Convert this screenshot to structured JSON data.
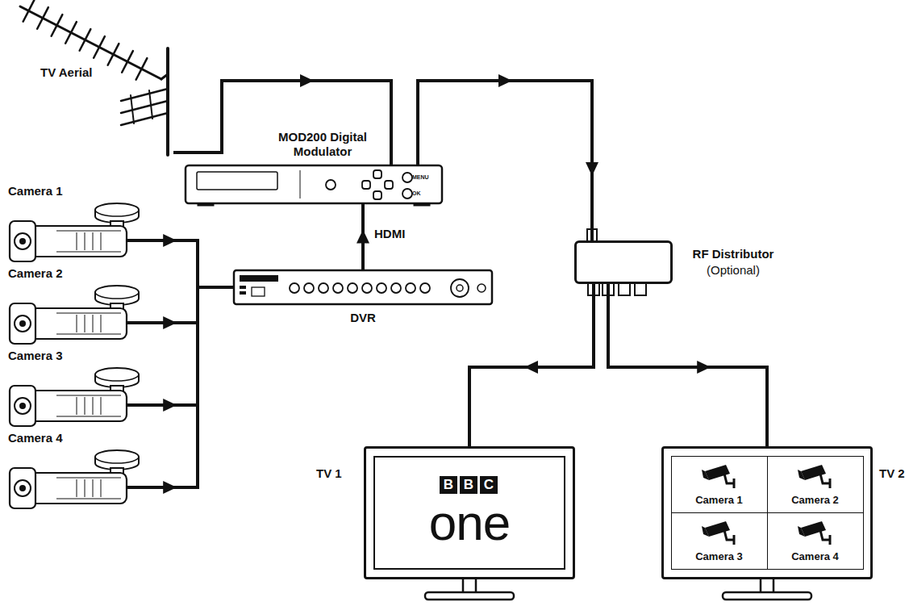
{
  "diagram": {
    "nodes": [
      {
        "text": [
          "TV Aerial"
        ]
      },
      {
        "text": [
          "MOD200 Digital Modulator",
          "MENU",
          "OK"
        ]
      },
      {
        "text": [
          "Camera 1"
        ]
      },
      {
        "text": [
          "Camera 2"
        ]
      },
      {
        "text": [
          "Camera 3"
        ]
      },
      {
        "text": [
          "Camera 4"
        ]
      },
      {
        "text": [
          "DVR"
        ]
      },
      {
        "text": [
          "RF Distributor",
          "(Optional)"
        ]
      },
      {
        "text": [
          "TV 1",
          "B",
          "B",
          "C",
          "one"
        ]
      },
      {
        "text": [
          "TV 2"
        ]
      },
      {
        "text": [
          "Camera 1"
        ],
        "in": 9
      },
      {
        "text": [
          "Camera 2"
        ],
        "in": 9
      },
      {
        "text": [
          "Camera 3"
        ],
        "in": 9
      },
      {
        "text": [
          "Camera 4"
        ],
        "in": 9
      }
    ],
    "edges": [
      {
        "from": 0,
        "to": 1,
        "arrow": "to"
      },
      {
        "from": 2,
        "to": 6,
        "arrow": "to"
      },
      {
        "from": 3,
        "to": 6,
        "arrow": "to"
      },
      {
        "from": 4,
        "to": 6,
        "arrow": "to"
      },
      {
        "from": 5,
        "to": 6,
        "arrow": "to"
      },
      {
        "from": 6,
        "to": 1,
        "label": "HDMI",
        "arrow": "to"
      },
      {
        "from": 1,
        "to": 7,
        "arrow": "to"
      },
      {
        "from": 7,
        "to": 8,
        "arrow": "to"
      },
      {
        "from": 7,
        "to": 9,
        "arrow": "to"
      }
    ]
  }
}
